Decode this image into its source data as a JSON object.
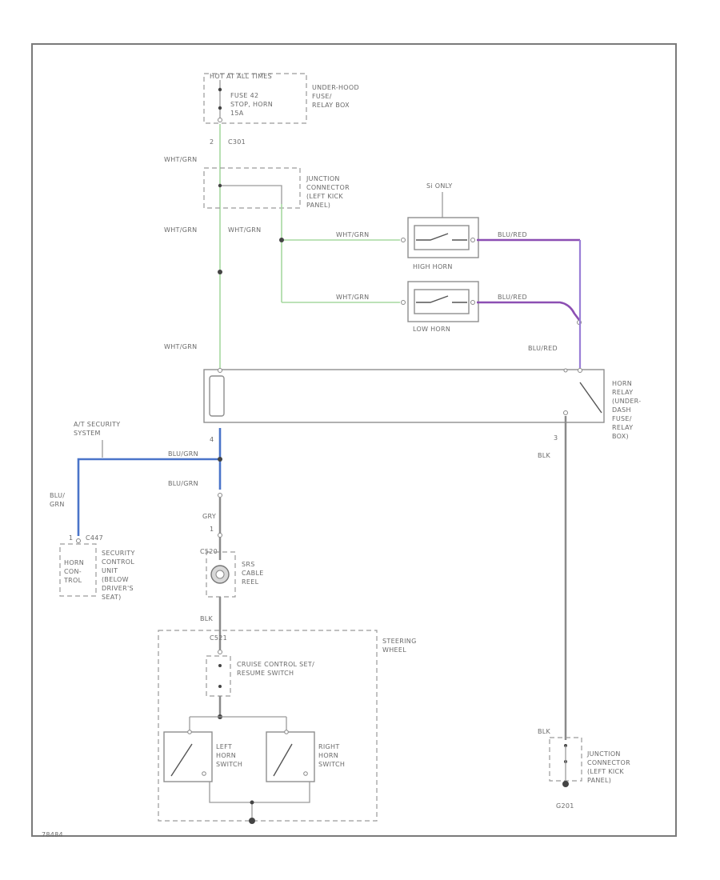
{
  "labels": {
    "fuse_header": "HOT AT ALL TIMES",
    "fuse_desc_1": "FUSE 42",
    "fuse_desc_2": "STOP, HORN",
    "fuse_desc_3": "15A",
    "underhood_1": "UNDER-HOOD",
    "underhood_2": "FUSE/",
    "underhood_3": "RELAY BOX",
    "pin_c301": "C301",
    "pin_2": "2",
    "wht_grn": "WHT/GRN",
    "junction_top_1": "JUNCTION",
    "junction_top_2": "CONNECTOR",
    "junction_top_3": "(LEFT KICK",
    "junction_top_4": "PANEL)",
    "si_only": "Si ONLY",
    "blu_red": "BLU/RED",
    "high_horn": "HIGH HORN",
    "low_horn": "LOW HORN",
    "horn_relay_1": "HORN",
    "horn_relay_2": "RELAY",
    "horn_relay_3": "(UNDER-",
    "horn_relay_4": "DASH",
    "horn_relay_5": "FUSE/",
    "horn_relay_6": "RELAY",
    "horn_relay_7": "BOX)",
    "security_1": "A/T SECURITY",
    "security_2": "SYSTEM",
    "blu_grn": "BLU/GRN",
    "blu": "BLU/",
    "grn": "GRN",
    "pin_4": "4",
    "pin_1": "1",
    "pin_3": "3",
    "c447": "C447",
    "horn_con_1": "HORN",
    "horn_con_2": "CON-",
    "horn_con_3": "TROL",
    "sec_unit_1": "SECURITY",
    "sec_unit_2": "CONTROL",
    "sec_unit_3": "UNIT",
    "sec_unit_4": "(BELOW",
    "sec_unit_5": "DRIVER'S",
    "sec_unit_6": "SEAT)",
    "gry": "GRY",
    "c520": "C520",
    "srs_1": "SRS",
    "srs_2": "CABLE",
    "srs_3": "REEL",
    "blk": "BLK",
    "c521": "C521",
    "steering_1": "STEERING",
    "steering_2": "WHEEL",
    "cruise_1": "CRUISE CONTROL SET/",
    "cruise_2": "RESUME SWITCH",
    "left_horn_1": "LEFT",
    "left_horn_2": "HORN",
    "left_horn_3": "SWITCH",
    "right_horn_1": "RIGHT",
    "right_horn_2": "HORN",
    "right_horn_3": "SWITCH",
    "junction_bot_1": "JUNCTION",
    "junction_bot_2": "CONNECTOR",
    "junction_bot_3": "(LEFT KICK",
    "junction_bot_4": "PANEL)",
    "g201": "G201",
    "fig_id": "78484"
  },
  "colors": {
    "wht_grn": "#a6d9a0",
    "blu_grn": "#4a74c9",
    "blu_red": "#8c4fb3",
    "blu_red_vertical": "#9a7fd6",
    "gray_wire": "#8a8a8a"
  }
}
